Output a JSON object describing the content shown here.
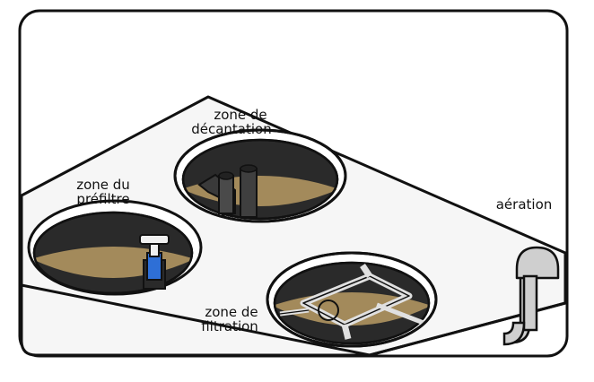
{
  "labels": {
    "decantation_line1": "zone de",
    "decantation_line2": "décantation",
    "prefiltre_line1": "zone du",
    "prefiltre_line2": "préfiltre",
    "aeration": "aération",
    "filtration_line1": "zone de",
    "filtration_line2": "filtration"
  },
  "colors": {
    "outline": "#111111",
    "tank_fill": "#f5f5f5",
    "sludge": "#a38a5b",
    "pipe_blue": "#2e6fd6",
    "vent_grey": "#cfcfcf"
  }
}
